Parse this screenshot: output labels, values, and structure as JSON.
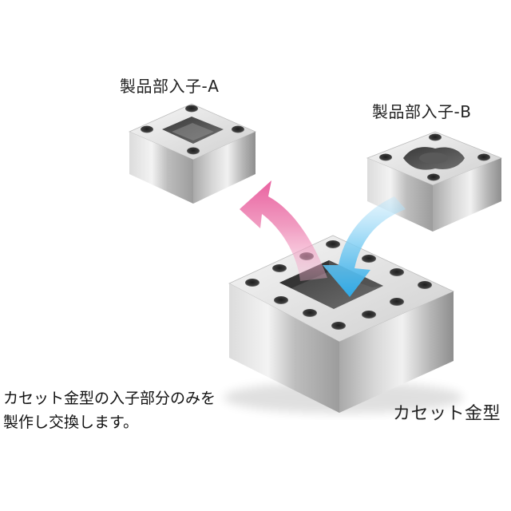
{
  "labels": {
    "insert_a": "製品部入子-A",
    "insert_b": "製品部入子-B",
    "cassette_mold": "カセット金型"
  },
  "description": {
    "line1": "カセット金型の入子部分のみを",
    "line2": "製作し交換します。"
  },
  "colors": {
    "arrow_pink": "#ec6fa6",
    "arrow_blue": "#3fb1ea",
    "steel_light": "#eeeeee",
    "steel_dark": "#8a8a8a"
  }
}
